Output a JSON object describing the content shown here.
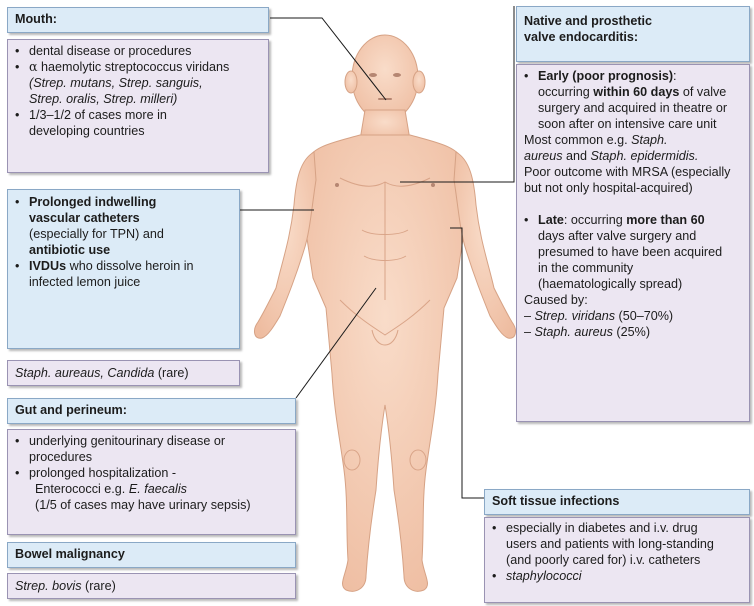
{
  "mouth": {
    "title": "Mouth:",
    "b1": "dental disease or procedures",
    "b2a": "α",
    "b2b": " haemolytic streptococcus viridans",
    "b2c": "(Strep. mutans, Strep. sanguis,",
    "b2d": "Strep. oralis, Strep. milleri)",
    "b3a": "1/3–1/2 of cases  more in",
    "b3b": "developing countries"
  },
  "catheters": {
    "b1a": "Prolonged indwelling",
    "b1b": "vascular catheters",
    "b1c": "(especially for TPN) and",
    "b1d": "antibiotic use",
    "b2a": "IVDUs",
    "b2b": " who dissolve heroin in",
    "b2c": "infected lemon juice",
    "organisms": "Staph. aureaus, Candida",
    "organisms_note": " (rare)"
  },
  "gut": {
    "title": "Gut and perineum:",
    "b1a": "underlying genitourinary disease or",
    "b1b": "procedures",
    "b2a": "prolonged hospitalization -",
    "b2b": "Enterococci e.g. ",
    "b2b_i": "E. faecalis",
    "b2c": "(1/5 of cases may have urinary sepsis)"
  },
  "bowel": {
    "title": "Bowel malignancy",
    "organism": "Strep. bovis",
    "note": " (rare)"
  },
  "valve": {
    "title1": "Native and prosthetic",
    "title2": "valve endocarditis:",
    "early_bold": "Early (poor prognosis)",
    "early_colon": ":",
    "e1a": "occurring ",
    "e1b": "within 60 days",
    "e1c": " of valve",
    "e2": "surgery and acquired in theatre or",
    "e3": "soon after on intensive care unit",
    "m1a": "Most common e.g. ",
    "m1b": "Staph.",
    "m2a": "aureus",
    "m2b": " and ",
    "m2c": "Staph. epidermidis.",
    "m3": "Poor outcome with MRSA (especially",
    "m4": "but not only hospital-acquired)",
    "late_bold": "Late",
    "l1a": ": occurring ",
    "l1b": "more than 60",
    "l2": "days after valve surgery and",
    "l3": "presumed to have been acquired",
    "l4": "in the community",
    "l5": "(haematologically spread)",
    "c0": "Caused by:",
    "c1a": "– ",
    "c1b": "Strep. viridans",
    "c1c": " (50–70%)",
    "c2a": "– ",
    "c2b": "Staph. aureus",
    "c2c": " (25%)"
  },
  "soft": {
    "title": "Soft tissue infections",
    "b1a": "especially in diabetes and i.v. drug",
    "b1b": "users and patients with long-standing",
    "b1c": "(and poorly cared for) i.v. catheters",
    "b2": "staphylococci"
  },
  "colors": {
    "header_fill": "#dcebf7",
    "body_fill": "#ece6f2",
    "skin": "#f6d2bc"
  }
}
